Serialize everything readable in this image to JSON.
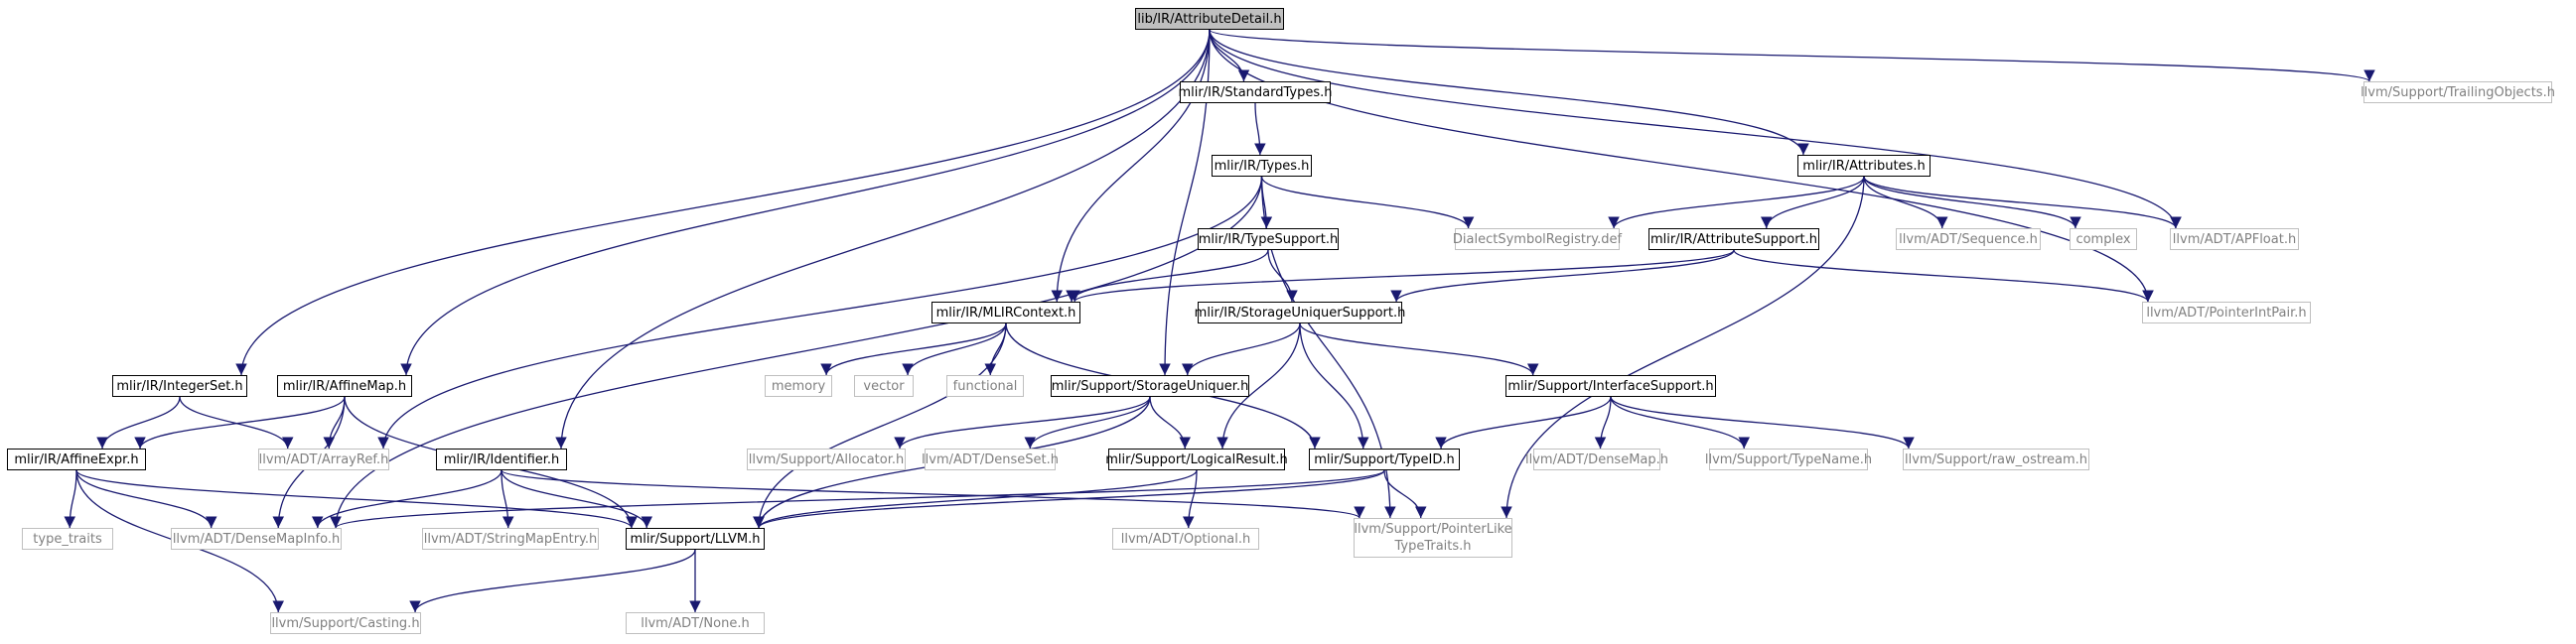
{
  "graph": {
    "nodes": [
      {
        "id": "root",
        "label": "lib/IR/AttributeDetail.h",
        "kind": "root"
      },
      {
        "id": "standardtypes",
        "label": "mlir/IR/StandardTypes.h",
        "kind": "local"
      },
      {
        "id": "trailing",
        "label": "llvm/Support/TrailingObjects.h",
        "kind": "external"
      },
      {
        "id": "types",
        "label": "mlir/IR/Types.h",
        "kind": "local"
      },
      {
        "id": "attributes",
        "label": "mlir/IR/Attributes.h",
        "kind": "local"
      },
      {
        "id": "typesupport",
        "label": "mlir/IR/TypeSupport.h",
        "kind": "local"
      },
      {
        "id": "dialectsym",
        "label": "DialectSymbolRegistry.def",
        "kind": "external"
      },
      {
        "id": "attrsupport",
        "label": "mlir/IR/AttributeSupport.h",
        "kind": "local"
      },
      {
        "id": "sequence",
        "label": "llvm/ADT/Sequence.h",
        "kind": "external"
      },
      {
        "id": "complex",
        "label": "complex",
        "kind": "external"
      },
      {
        "id": "apfloat",
        "label": "llvm/ADT/APFloat.h",
        "kind": "external"
      },
      {
        "id": "mlircontext",
        "label": "mlir/IR/MLIRContext.h",
        "kind": "local"
      },
      {
        "id": "storageuniquersupport",
        "label": "mlir/IR/StorageUniquerSupport.h",
        "kind": "local"
      },
      {
        "id": "pointerintpair",
        "label": "llvm/ADT/PointerIntPair.h",
        "kind": "external"
      },
      {
        "id": "memory",
        "label": "memory",
        "kind": "external"
      },
      {
        "id": "vector",
        "label": "vector",
        "kind": "external"
      },
      {
        "id": "functional",
        "label": "functional",
        "kind": "external"
      },
      {
        "id": "integerset",
        "label": "mlir/IR/IntegerSet.h",
        "kind": "local"
      },
      {
        "id": "affinemap",
        "label": "mlir/IR/AffineMap.h",
        "kind": "local"
      },
      {
        "id": "storageuniquer",
        "label": "mlir/Support/StorageUniquer.h",
        "kind": "local"
      },
      {
        "id": "interfacesupport",
        "label": "mlir/Support/InterfaceSupport.h",
        "kind": "local"
      },
      {
        "id": "affineexpr",
        "label": "mlir/IR/AffineExpr.h",
        "kind": "local"
      },
      {
        "id": "arrayref",
        "label": "llvm/ADT/ArrayRef.h",
        "kind": "external"
      },
      {
        "id": "identifier",
        "label": "mlir/IR/Identifier.h",
        "kind": "local"
      },
      {
        "id": "allocator",
        "label": "llvm/Support/Allocator.h",
        "kind": "external"
      },
      {
        "id": "denseset",
        "label": "llvm/ADT/DenseSet.h",
        "kind": "external"
      },
      {
        "id": "logicalresult",
        "label": "mlir/Support/LogicalResult.h",
        "kind": "local"
      },
      {
        "id": "typeid",
        "label": "mlir/Support/TypeID.h",
        "kind": "local"
      },
      {
        "id": "densemap",
        "label": "llvm/ADT/DenseMap.h",
        "kind": "external"
      },
      {
        "id": "typename",
        "label": "llvm/Support/TypeName.h",
        "kind": "external"
      },
      {
        "id": "rawostream",
        "label": "llvm/Support/raw_ostream.h",
        "kind": "external"
      },
      {
        "id": "typetraits",
        "label": "type_traits",
        "kind": "external"
      },
      {
        "id": "densemapinfo",
        "label": "llvm/ADT/DenseMapInfo.h",
        "kind": "external"
      },
      {
        "id": "stringmapentry",
        "label": "llvm/ADT/StringMapEntry.h",
        "kind": "external"
      },
      {
        "id": "llvmh",
        "label": "mlir/Support/LLVM.h",
        "kind": "local"
      },
      {
        "id": "optional",
        "label": "llvm/ADT/Optional.h",
        "kind": "external"
      },
      {
        "id": "pointerlike",
        "label": "llvm/Support/PointerLike TypeTraits.h",
        "label_lines": [
          "llvm/Support/PointerLike",
          "TypeTraits.h"
        ],
        "kind": "external"
      },
      {
        "id": "casting",
        "label": "llvm/Support/Casting.h",
        "kind": "external"
      },
      {
        "id": "none",
        "label": "llvm/ADT/None.h",
        "kind": "external"
      }
    ],
    "edges": [
      [
        "root",
        "standardtypes"
      ],
      [
        "root",
        "trailing"
      ],
      [
        "root",
        "attributes"
      ],
      [
        "root",
        "apfloat"
      ],
      [
        "root",
        "pointerintpair"
      ],
      [
        "root",
        "mlircontext"
      ],
      [
        "root",
        "storageuniquer"
      ],
      [
        "root",
        "integerset"
      ],
      [
        "root",
        "affinemap"
      ],
      [
        "root",
        "identifier"
      ],
      [
        "standardtypes",
        "types"
      ],
      [
        "types",
        "typesupport"
      ],
      [
        "types",
        "dialectsym"
      ],
      [
        "types",
        "arrayref"
      ],
      [
        "types",
        "densemapinfo"
      ],
      [
        "types",
        "pointerlike"
      ],
      [
        "attributes",
        "dialectsym"
      ],
      [
        "attributes",
        "attrsupport"
      ],
      [
        "attributes",
        "sequence"
      ],
      [
        "attributes",
        "complex"
      ],
      [
        "attributes",
        "apfloat"
      ],
      [
        "attributes",
        "pointerlike"
      ],
      [
        "typesupport",
        "mlircontext"
      ],
      [
        "typesupport",
        "storageuniquersupport"
      ],
      [
        "attrsupport",
        "mlircontext"
      ],
      [
        "attrsupport",
        "storageuniquersupport"
      ],
      [
        "attrsupport",
        "pointerintpair"
      ],
      [
        "mlircontext",
        "memory"
      ],
      [
        "mlircontext",
        "vector"
      ],
      [
        "mlircontext",
        "functional"
      ],
      [
        "mlircontext",
        "typeid"
      ],
      [
        "mlircontext",
        "llvmh"
      ],
      [
        "storageuniquersupport",
        "storageuniquer"
      ],
      [
        "storageuniquersupport",
        "interfacesupport"
      ],
      [
        "storageuniquersupport",
        "logicalresult"
      ],
      [
        "storageuniquersupport",
        "typeid"
      ],
      [
        "storageuniquer",
        "allocator"
      ],
      [
        "storageuniquer",
        "denseset"
      ],
      [
        "storageuniquer",
        "logicalresult"
      ],
      [
        "storageuniquer",
        "llvmh"
      ],
      [
        "interfacesupport",
        "densemap"
      ],
      [
        "interfacesupport",
        "typename"
      ],
      [
        "interfacesupport",
        "rawostream"
      ],
      [
        "interfacesupport",
        "typeid"
      ],
      [
        "integerset",
        "affineexpr"
      ],
      [
        "integerset",
        "arrayref"
      ],
      [
        "affinemap",
        "affineexpr"
      ],
      [
        "affinemap",
        "arrayref"
      ],
      [
        "affinemap",
        "densemapinfo"
      ],
      [
        "affinemap",
        "llvmh"
      ],
      [
        "affineexpr",
        "typetraits"
      ],
      [
        "affineexpr",
        "densemapinfo"
      ],
      [
        "affineexpr",
        "llvmh"
      ],
      [
        "affineexpr",
        "casting"
      ],
      [
        "identifier",
        "densemapinfo"
      ],
      [
        "identifier",
        "stringmapentry"
      ],
      [
        "identifier",
        "llvmh"
      ],
      [
        "identifier",
        "pointerlike"
      ],
      [
        "logicalresult",
        "llvmh"
      ],
      [
        "logicalresult",
        "optional"
      ],
      [
        "typeid",
        "densemapinfo"
      ],
      [
        "typeid",
        "llvmh"
      ],
      [
        "typeid",
        "pointerlike"
      ],
      [
        "llvmh",
        "casting"
      ],
      [
        "llvmh",
        "none"
      ]
    ]
  }
}
